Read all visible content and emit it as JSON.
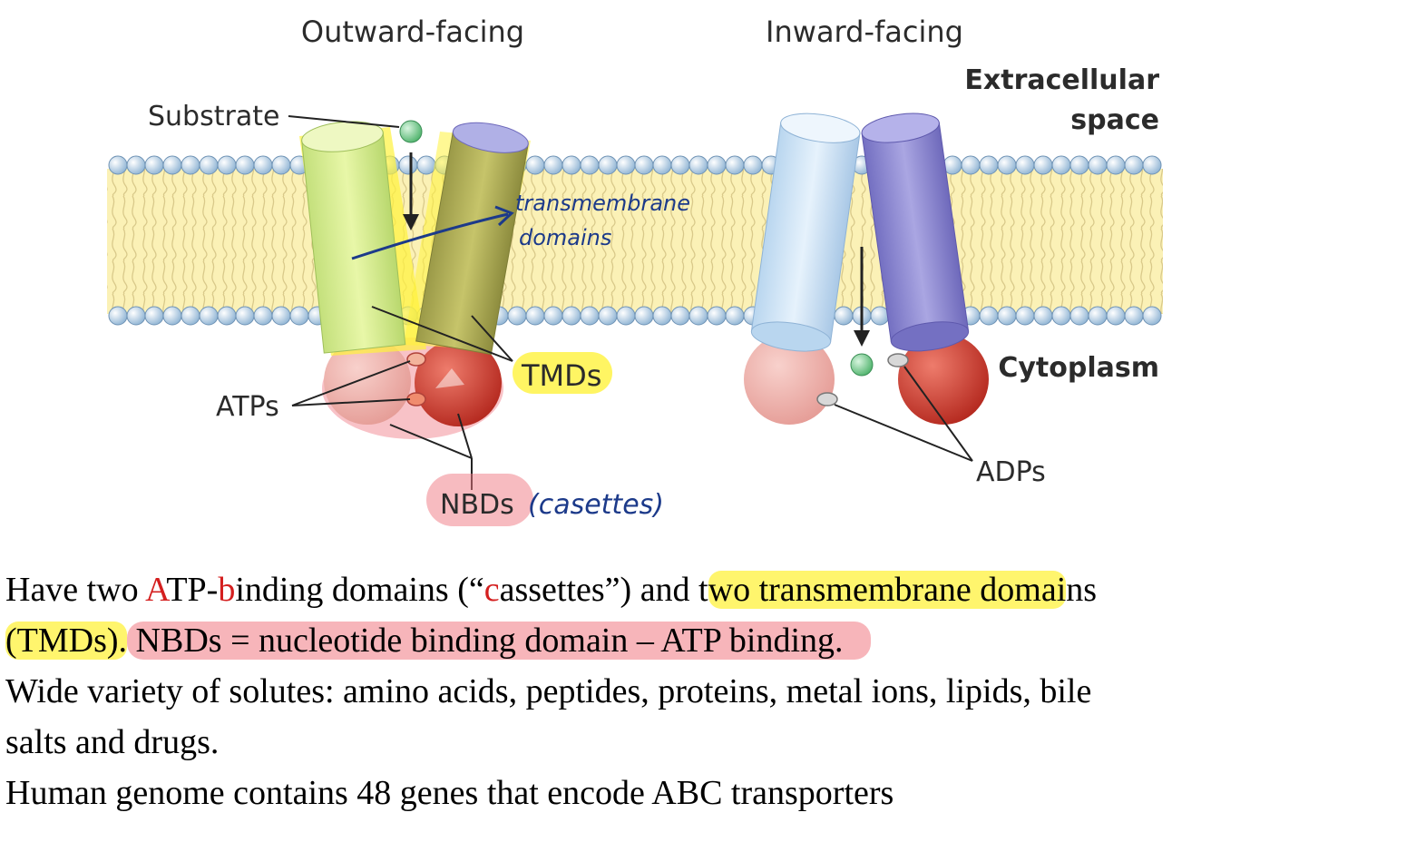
{
  "diagram": {
    "headers": {
      "outward": "Outward-facing",
      "inward": "Inward-facing"
    },
    "labels": {
      "substrate": "Substrate",
      "extracellular_line1": "Extracellular",
      "extracellular_line2": "space",
      "cytoplasm": "Cytoplasm",
      "tmds": "TMDs",
      "atps": "ATPs",
      "nbds": "NBDs",
      "adps": "ADPs"
    },
    "annotations": {
      "transmembrane_line1": "transmembrane",
      "transmembrane_line2": "domains",
      "cassettes": "(casettes)"
    },
    "colors": {
      "highlight_yellow": "#fff23c",
      "highlight_pink": "#f07882",
      "ink_blue": "#1c3a8a",
      "tmd_light_blue": "#cfe4f6",
      "tmd_purple": "#8a86cf",
      "nbd_red": "#c9382c",
      "nbd_pink": "#f0a9a4",
      "substrate_green": "#6fcf8a"
    }
  },
  "text": {
    "line1": {
      "p1": "Have two ",
      "a": "A",
      "p2": "TP-",
      "b": "b",
      "p3": "inding domains (“",
      "c": "c",
      "p4": "assettes”) and t",
      "hl": "wo transmembrane domai",
      "p5": "ns"
    },
    "line2": {
      "hl1": "(TMDs).",
      "hl2": " NBDs = nucleotide binding domain – ATP binding."
    },
    "line3": "Wide variety of solutes: amino acids, peptides, proteins, metal ions, lipids, bile",
    "line4": "salts and drugs.",
    "line5": "Human genome contains 48 genes that encode ABC transporters"
  }
}
